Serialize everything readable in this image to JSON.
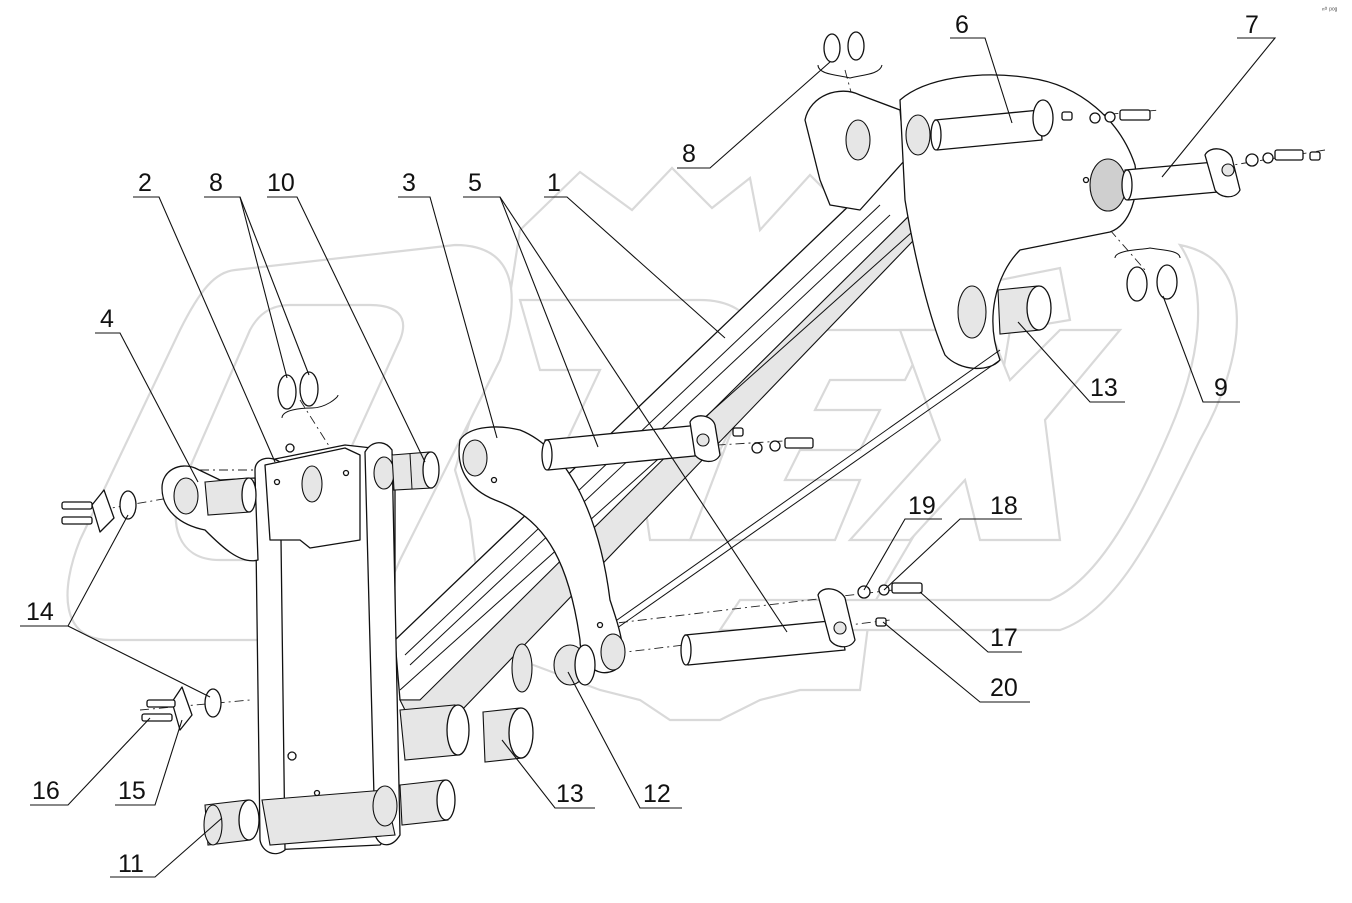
{
  "drawing": {
    "watermark": "OREX",
    "corner_mark": "ⁿ⁰ ᵖᵒᵍ",
    "callouts": [
      {
        "id": "c1",
        "label": "1"
      },
      {
        "id": "c2",
        "label": "2"
      },
      {
        "id": "c3",
        "label": "3"
      },
      {
        "id": "c4",
        "label": "4"
      },
      {
        "id": "c5",
        "label": "5"
      },
      {
        "id": "c6",
        "label": "6"
      },
      {
        "id": "c7",
        "label": "7"
      },
      {
        "id": "c8a",
        "label": "8"
      },
      {
        "id": "c8b",
        "label": "8"
      },
      {
        "id": "c9",
        "label": "9"
      },
      {
        "id": "c10",
        "label": "10"
      },
      {
        "id": "c11",
        "label": "11"
      },
      {
        "id": "c12",
        "label": "12"
      },
      {
        "id": "c13a",
        "label": "13"
      },
      {
        "id": "c13b",
        "label": "13"
      },
      {
        "id": "c14",
        "label": "14"
      },
      {
        "id": "c15",
        "label": "15"
      },
      {
        "id": "c16",
        "label": "16"
      },
      {
        "id": "c17",
        "label": "17"
      },
      {
        "id": "c18",
        "label": "18"
      },
      {
        "id": "c19",
        "label": "19"
      },
      {
        "id": "c20",
        "label": "20"
      }
    ]
  }
}
